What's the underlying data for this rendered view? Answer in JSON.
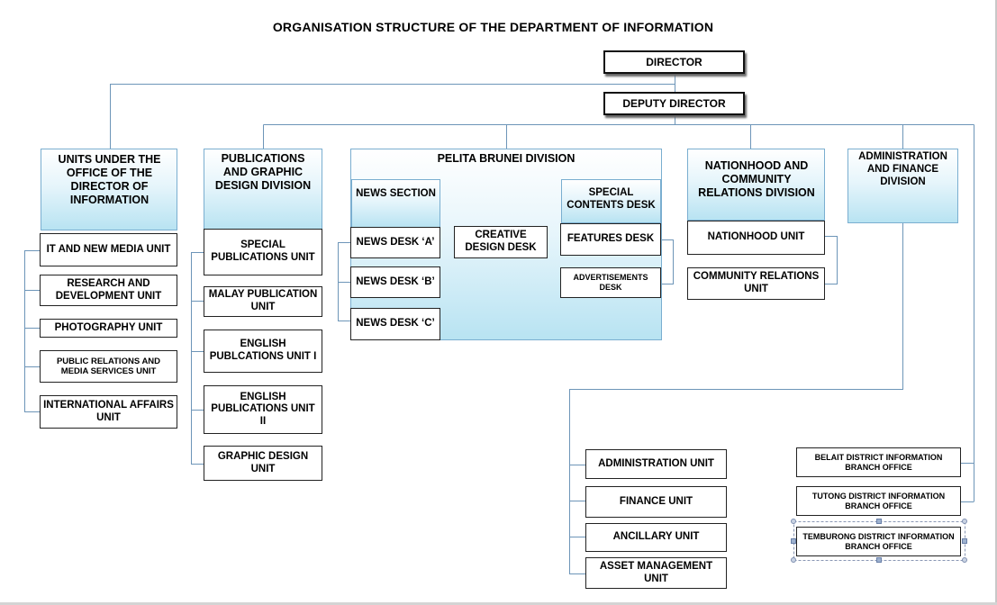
{
  "title": "ORGANISATION STRUCTURE OF THE DEPARTMENT OF INFORMATION",
  "director": "DIRECTOR",
  "deputy_director": "DEPUTY DIRECTOR",
  "units_director": {
    "header": "UNITS UNDER THE OFFICE OF THE DIRECTOR OF INFORMATION",
    "units": [
      "IT AND NEW MEDIA UNIT",
      "RESEARCH AND DEVELOPMENT UNIT",
      "PHOTOGRAPHY UNIT",
      "PUBLIC RELATIONS AND MEDIA SERVICES UNIT",
      "INTERNATIONAL AFFAIRS UNIT"
    ]
  },
  "publications": {
    "header": "PUBLICATIONS AND GRAPHIC DESIGN DIVISION",
    "units": [
      "SPECIAL PUBLICATIONS UNIT",
      "MALAY PUBLICATION UNIT",
      "ENGLISH PUBLCATIONS UNIT I",
      "ENGLISH PUBLICATIONS UNIT II",
      "GRAPHIC DESIGN UNIT"
    ]
  },
  "pelita": {
    "header": "PELITA BRUNEI DIVISION",
    "news_section": "NEWS SECTION",
    "news_desks": [
      "NEWS DESK ‘A’",
      "NEWS DESK ‘B’",
      "NEWS DESK ‘C’"
    ],
    "creative": "CREATIVE DESIGN DESK",
    "special_contents": "SPECIAL CONTENTS DESK",
    "features": "FEATURES DESK",
    "advertisements": "ADVERTISEMENTS DESK"
  },
  "nationhood": {
    "header": "NATIONHOOD AND COMMUNITY RELATIONS DIVISION",
    "units": [
      "NATIONHOOD UNIT",
      "COMMUNITY RELATIONS UNIT"
    ]
  },
  "admin": {
    "header": "ADMINISTRATION AND FINANCE DIVISION",
    "units": [
      "ADMINISTRATION UNIT",
      "FINANCE UNIT",
      "ANCILLARY UNIT",
      "ASSET MANAGEMENT UNIT"
    ]
  },
  "district_offices": [
    "BELAIT DISTRICT INFORMATION BRANCH OFFICE",
    "TUTONG DISTRICT INFORMATION BRANCH OFFICE",
    "TEMBURONG DISTRICT INFORMATION BRANCH OFFICE"
  ],
  "colors": {
    "division_fill": "#b8e3f2",
    "division_border": "#7aaed0",
    "connector": "#6d95b8"
  }
}
